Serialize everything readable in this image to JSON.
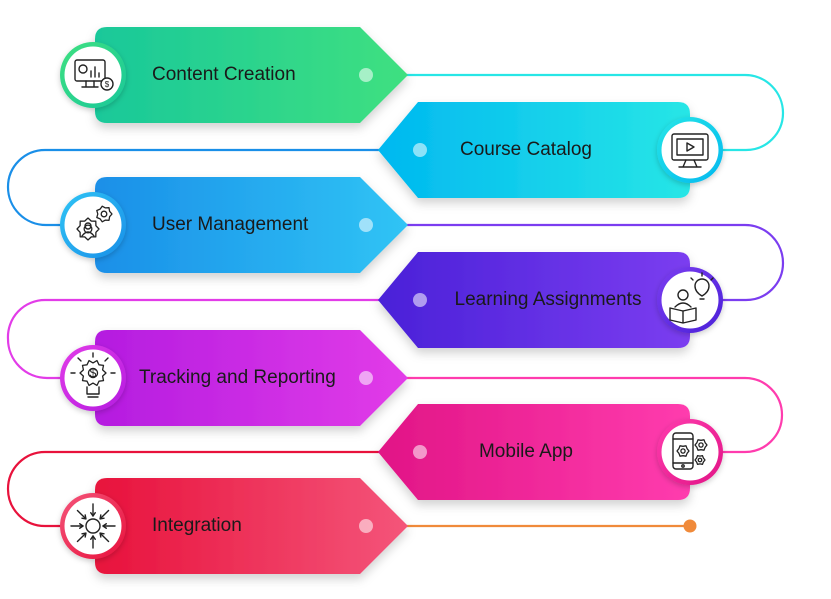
{
  "steps": [
    {
      "label": "Content Creation",
      "icon": "monitor-chart-icon",
      "colors": [
        "#19c89a",
        "#3fe080"
      ]
    },
    {
      "label": "Course Catalog",
      "icon": "video-monitor-icon",
      "colors": [
        "#00b8f0",
        "#27e6e6"
      ]
    },
    {
      "label": "User Management",
      "icon": "user-gears-icon",
      "colors": [
        "#1a8fe8",
        "#30c4f5"
      ]
    },
    {
      "label": "Learning Assignments",
      "icon": "reader-idea-icon",
      "colors": [
        "#4a21d8",
        "#7b3df0"
      ]
    },
    {
      "label": "Tracking and Reporting",
      "icon": "dollar-bulb-icon",
      "colors": [
        "#b41ce0",
        "#e23ce8"
      ]
    },
    {
      "label": "Mobile App",
      "icon": "mobile-gears-icon",
      "colors": [
        "#e11586",
        "#ff3cae"
      ]
    },
    {
      "label": "Integration",
      "icon": "integration-arrows-icon",
      "colors": [
        "#e8123c",
        "#f4557a"
      ]
    }
  ],
  "end_dot_color": "#f08a3a"
}
